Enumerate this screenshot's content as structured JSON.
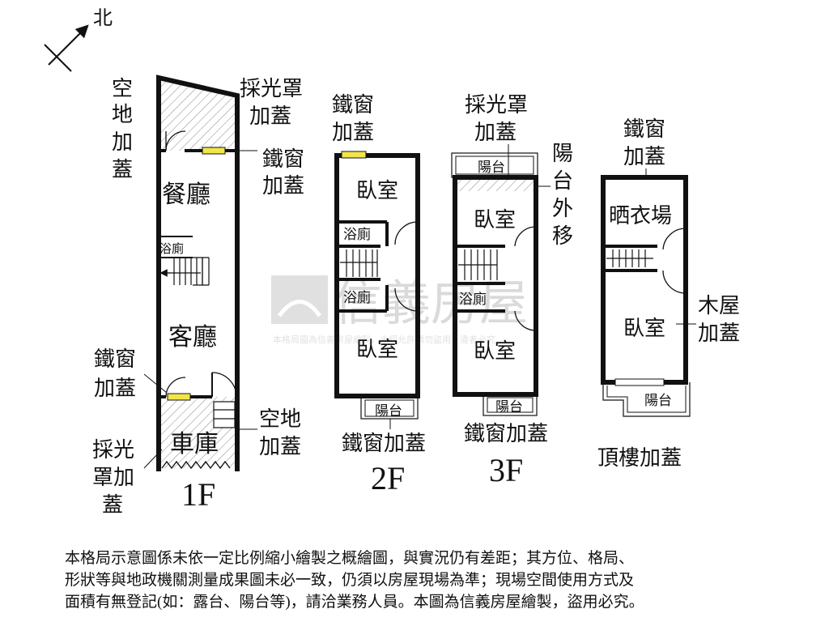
{
  "compass": {
    "north": "北"
  },
  "floors": {
    "f1": {
      "name": "1F",
      "rooms": {
        "dining": "餐廳",
        "bath": "浴廁",
        "living": "客廳",
        "garage": "車庫"
      },
      "notes": {
        "vacant_top": [
          "空",
          "地",
          "加",
          "蓋"
        ],
        "skylight_top": [
          "採光罩",
          "加蓋"
        ],
        "iron_window_right": [
          "鐵窗",
          "加蓋"
        ],
        "iron_window_left": [
          "鐵窗",
          "加蓋"
        ],
        "vacant_bottom": [
          "空地",
          "加蓋"
        ],
        "skylight_bottom": [
          "採光",
          "罩加",
          "蓋"
        ]
      }
    },
    "f2": {
      "name": "2F",
      "rooms": {
        "bedroom_top": "臥室",
        "bath1": "浴廁",
        "bath2": "浴廁",
        "bedroom_bottom": "臥室",
        "balcony": "陽台"
      },
      "notes": {
        "iron_window_top": [
          "鐵窗",
          "加蓋"
        ],
        "iron_window_bottom": "鐵窗加蓋"
      }
    },
    "f3": {
      "name": "3F",
      "rooms": {
        "balcony_top": "陽台",
        "bedroom_top": "臥室",
        "bath": "浴廁",
        "bedroom_bottom": "臥室",
        "balcony_bottom": "陽台"
      },
      "notes": {
        "skylight": [
          "採光罩",
          "加蓋"
        ],
        "balcony_moved": [
          "陽",
          "台",
          "外",
          "移"
        ],
        "iron_window_bottom": "鐵窗加蓋"
      }
    },
    "roof": {
      "name": "頂樓加蓋",
      "rooms": {
        "laundry": "晒衣場",
        "bedroom": "臥室",
        "balcony": "陽台"
      },
      "notes": {
        "iron_window": [
          "鐵窗",
          "加蓋"
        ],
        "wooden_house": [
          "木屋",
          "加蓋"
        ]
      }
    }
  },
  "watermark": {
    "brand": "信義房屋",
    "subtitle": "本格局圖為信義房屋繪製，未經允許請勿盜用，違者必究"
  },
  "disclaimer": [
    "本格局示意圖係未依一定比例縮小繪製之概繪圖，與實況仍有差距；其方位、格局、",
    "形狀等與地政機關測量成果圖未必一致，仍須以房屋現場為準；現場空間使用方式及",
    "面積有無登記(如：露台、陽台等)，請洽業務人員。本圖為信義房屋繪製，盜用必究。"
  ]
}
